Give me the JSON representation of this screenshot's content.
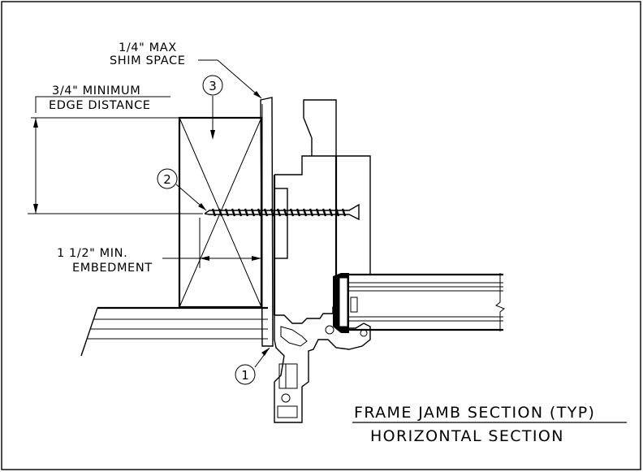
{
  "notes": {
    "shim_line1": "1/4\" MAX",
    "shim_line2": "SHIM SPACE",
    "edge_line1": "3/4\" MINIMUM",
    "edge_line2": "EDGE DISTANCE",
    "embed_line1": "1 1/2\" MIN.",
    "embed_line2": "EMBEDMENT"
  },
  "callouts": {
    "one": "1",
    "two": "2",
    "three": "3"
  },
  "titles": {
    "main": "FRAME JAMB SECTION (TYP)",
    "sub": "HORIZONTAL SECTION"
  }
}
